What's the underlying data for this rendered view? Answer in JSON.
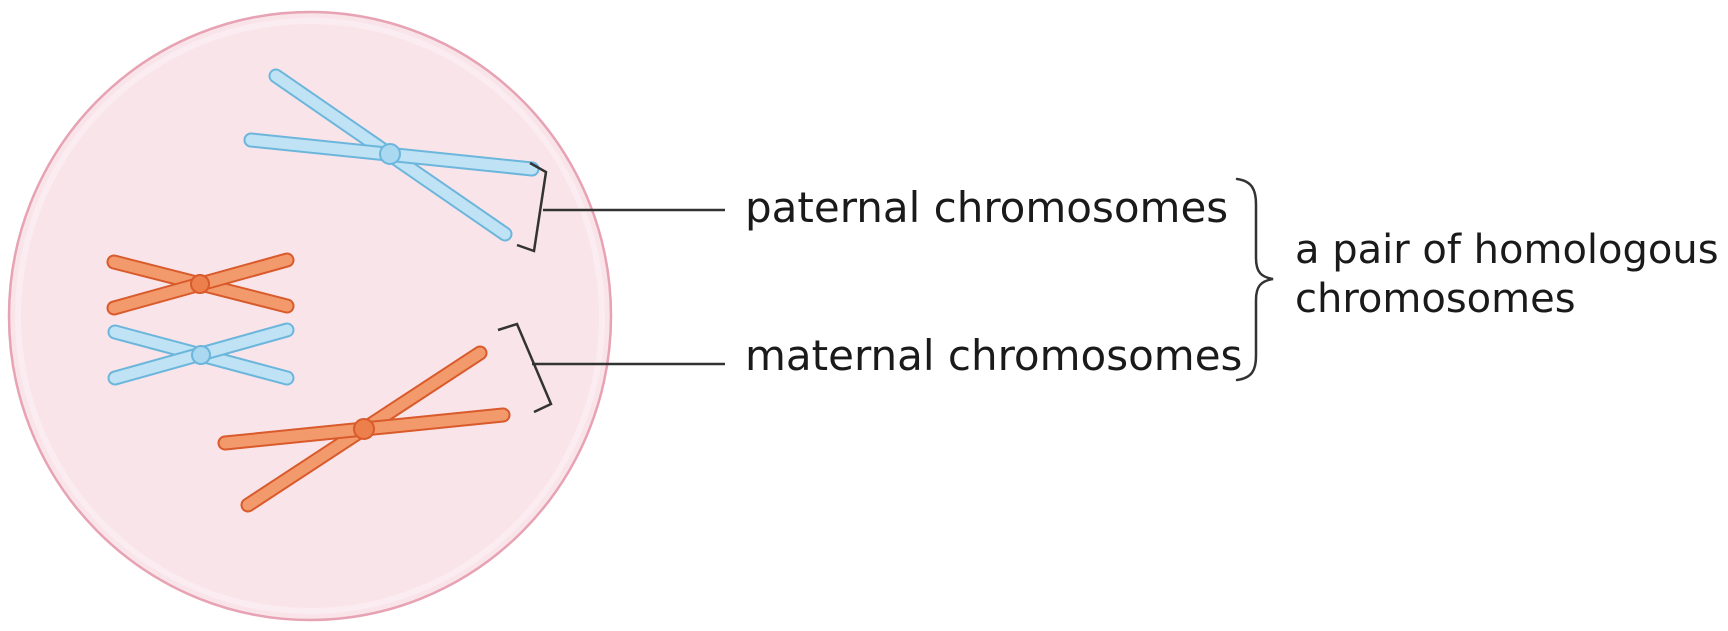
{
  "labels": {
    "paternal": "paternal chromosomes",
    "maternal": "maternal chromosomes",
    "pair_line1": "a pair of homologous",
    "pair_line2": "chromosomes"
  },
  "colors": {
    "cell_fill": "#f9e4ea",
    "cell_stroke": "#e7a2b3",
    "paternal_fill": "#bfe3f5",
    "paternal_stroke": "#6cb6dc",
    "maternal_fill": "#f39a6c",
    "maternal_stroke": "#d95a2a",
    "leader_line": "#333333",
    "text": "#1a1a1a"
  }
}
